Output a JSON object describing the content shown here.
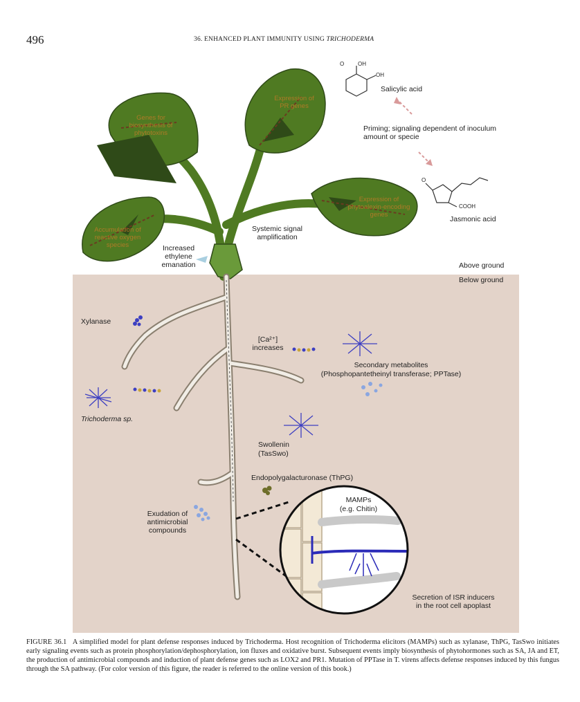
{
  "header": {
    "page_number": "496",
    "running_head_pre": "36. ENHANCED PLANT IMMUNITY USING ",
    "running_head_italic": "TRICHODERMA"
  },
  "figure": {
    "chemicals": {
      "salicylic_acid": "Salicylic acid",
      "jasmonic_acid": "Jasmonic acid",
      "sa_oh1": "OH",
      "sa_o": "O",
      "sa_oh2": "OH",
      "ja_o": "O",
      "ja_cooh": "COOH"
    },
    "priming": "Priming; signaling dependent of inoculum amount or specie",
    "leaf_notes": {
      "top_left": "Genes for biosynthesis of phytotoxins",
      "top_right": "Expression of PR genes",
      "left": "Accumulation of reactive oxygen species",
      "right": "Expression of phytoalexin-encoding genes"
    },
    "systemic": "Systemic signal amplification",
    "ethylene": "Increased ethylene emanation",
    "above_ground": "Above ground",
    "below_ground": "Below ground",
    "xylanase": "Xylanase",
    "ca_line1": "[Ca²⁺]",
    "ca_line2": "increases",
    "secondary": "Secondary metabolites",
    "pptase": "(Phosphopantetheinyl transferase; PPTase)",
    "trichoderma": "Trichoderma sp.",
    "swollenin": "Swollenin",
    "tasswo": "(TasSwo)",
    "thpg": "Endopolygalacturonase (ThPG)",
    "exudation": "Exudation of antimicrobial compounds",
    "mamps": "MAMPs",
    "chitin": "(e.g. Chitin)",
    "secretion": "Secretion of ISR inducers in the root cell apoplast"
  },
  "caption": {
    "label": "FIGURE 36.1",
    "text": "A simplified model for plant defense responses induced by Trichoderma. Host recognition of Trichoderma elicitors (MAMPs) such as xylanase, ThPG, TasSwo initiates early signaling events such as protein phosphorylation/dephosphorylation, ion fluxes and oxidative burst. Subsequent events imply biosynthesis of phytohormones such as SA, JA and ET, the production of antimicrobial compounds and induction of plant defense genes such as LOX2 and PR1. Mutation of PPTase in T. virens affects defense responses induced by this fungus through the SA pathway. (For color version of this figure, the reader is referred to the online version of this book.)"
  },
  "colors": {
    "soil": "#e3d3c9",
    "leaf": "#4f7a22",
    "leaf_dark": "#2f4a18",
    "root": "#f1ede6",
    "fungus": "#3d3fc1"
  }
}
